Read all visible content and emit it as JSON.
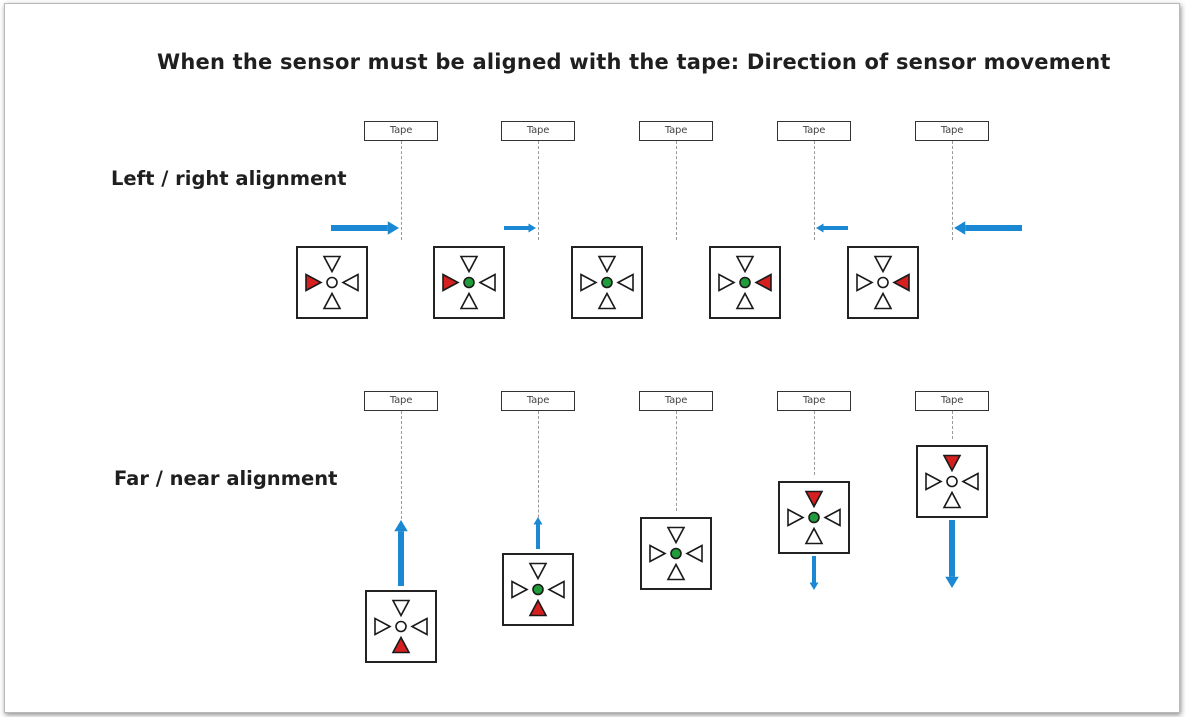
{
  "title": "When the sensor must be aligned with the tape: Direction of sensor movement",
  "colors": {
    "arrow": "#1a88d2",
    "active": "#d61f1f",
    "ok": "#1f9d3a",
    "frame": "#222222"
  },
  "rows": [
    {
      "label": "Left / right alignment",
      "columns": [
        {
          "tape": "Tape",
          "arrow": "right",
          "arrow_magnitude": "large",
          "lit_indicator": "left",
          "center": "open"
        },
        {
          "tape": "Tape",
          "arrow": "right",
          "arrow_magnitude": "small",
          "lit_indicator": "left",
          "center": "ok"
        },
        {
          "tape": "Tape",
          "arrow": "none",
          "arrow_magnitude": "none",
          "lit_indicator": "none",
          "center": "ok"
        },
        {
          "tape": "Tape",
          "arrow": "left",
          "arrow_magnitude": "small",
          "lit_indicator": "right",
          "center": "ok"
        },
        {
          "tape": "Tape",
          "arrow": "left",
          "arrow_magnitude": "large",
          "lit_indicator": "right",
          "center": "open"
        }
      ]
    },
    {
      "label": "Far / near alignment",
      "columns": [
        {
          "tape": "Tape",
          "arrow": "up",
          "arrow_magnitude": "large",
          "lit_indicator": "bottom",
          "center": "open"
        },
        {
          "tape": "Tape",
          "arrow": "up",
          "arrow_magnitude": "small",
          "lit_indicator": "bottom",
          "center": "ok"
        },
        {
          "tape": "Tape",
          "arrow": "none",
          "arrow_magnitude": "none",
          "lit_indicator": "none",
          "center": "ok"
        },
        {
          "tape": "Tape",
          "arrow": "down",
          "arrow_magnitude": "small",
          "lit_indicator": "top",
          "center": "ok"
        },
        {
          "tape": "Tape",
          "arrow": "down",
          "arrow_magnitude": "large",
          "lit_indicator": "top",
          "center": "open"
        }
      ]
    }
  ]
}
